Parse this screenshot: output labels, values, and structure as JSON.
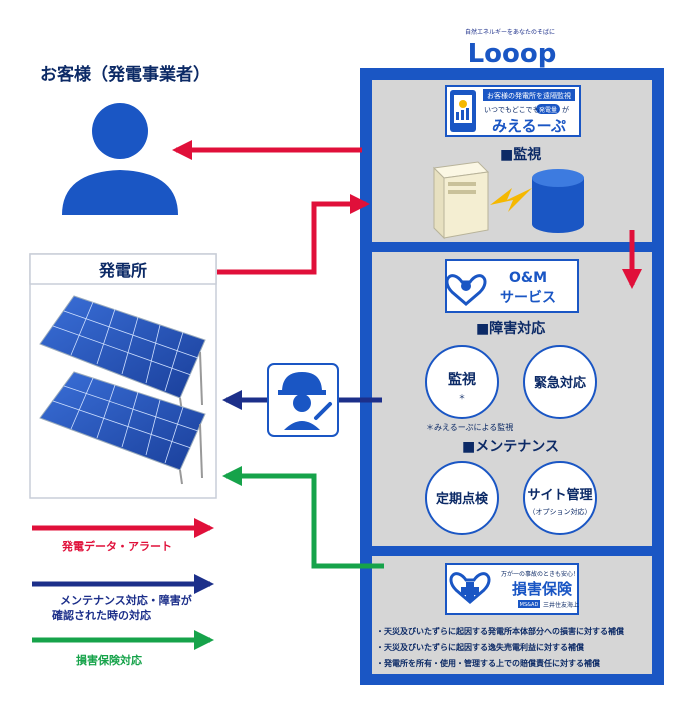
{
  "brand": {
    "tagline": "自然エネルギーをあなたのそばに",
    "logo": "Looop"
  },
  "customer": {
    "label": "お客様（発電事業者）"
  },
  "plant": {
    "label": "発電所"
  },
  "monitoring_section": {
    "app_tag": "お客様の発電所を遠隔監視",
    "app_subtitle_left": "いつでもどこでも",
    "app_subtitle_chip": "発電量",
    "app_subtitle_right": "が",
    "app_name": "みえるーぷ",
    "heading": "■監視"
  },
  "om_section": {
    "badge_line1": "O&M",
    "badge_line2": "サービス",
    "heading_fault": "■障害対応",
    "circle_monitor": "監視",
    "circle_monitor_mark": "＊",
    "circle_emergency": "緊急対応",
    "footnote": "＊みえるーぷによる監視",
    "heading_maint": "■メンテナンス",
    "circle_inspection": "定期点検",
    "circle_site_line1": "サイト管理",
    "circle_site_line2": "（オプション対応）"
  },
  "insurance_section": {
    "tag": "万が一の事故のときも安心！",
    "title": "損害保険",
    "partner_badge": "MS&AD",
    "partner": "三井住友海上",
    "bullets": [
      "・天災及びいたずらに起因する発電所本体部分への損害に対する補償",
      "・天災及びいたずらに起因する逸失売電利益に対する補償",
      "・発電所を所有・使用・管理する上での賠償責任に対する補償"
    ]
  },
  "legend": {
    "items": [
      {
        "label": "発電データ・アラート",
        "color": "#e0103a"
      },
      {
        "label": "メンテナンス対応・障害が確認された時の対応",
        "color": "#1c2f8a"
      },
      {
        "label": "損害保険対応",
        "color": "#16a34a"
      }
    ]
  },
  "colors": {
    "navy": "#0c2a66",
    "blue_panel": "#1a56c4",
    "gray_panel": "#d6d6d6",
    "red": "#e0103a",
    "dark_blue": "#1c2f8a",
    "green": "#16a34a"
  }
}
